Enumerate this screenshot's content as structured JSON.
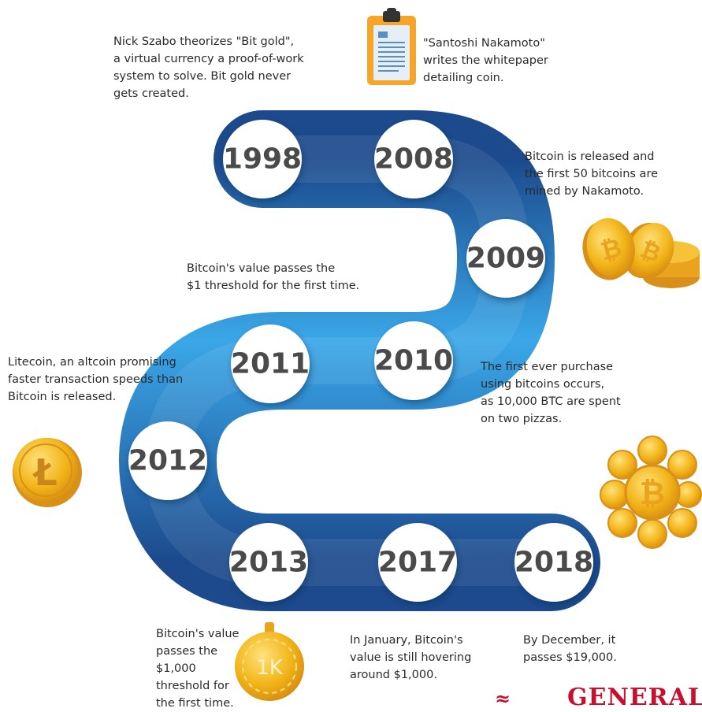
{
  "timeline": {
    "years": [
      {
        "label": "1998"
      },
      {
        "label": "2008"
      },
      {
        "label": "2009"
      },
      {
        "label": "2010"
      },
      {
        "label": "2011"
      },
      {
        "label": "2012"
      },
      {
        "label": "2013"
      },
      {
        "label": "2017"
      },
      {
        "label": "2018"
      }
    ],
    "descriptions": {
      "y1998": [
        "Nick Szabo theorizes \"Bit gold\",",
        "a virtual currency a proof-of-work",
        "system to solve. Bit gold never",
        "gets created."
      ],
      "y2008": [
        "\"Santoshi Nakamoto\"",
        "writes the whitepaper",
        "detailing coin."
      ],
      "y2009": [
        "Bitcoin is released and",
        "the first 50 bitcoins are",
        "mined by Nakamoto."
      ],
      "y2010": [
        "The first ever purchase",
        "using bitcoins occurs,",
        "as 10,000 BTC are spent",
        "on two pizzas."
      ],
      "y2011": [
        "Bitcoin's value passes the",
        "$1 threshold for the first time."
      ],
      "y2012": [
        "Litecoin, an altcoin promising",
        "faster transaction speeds than",
        "Bitcoin is released."
      ],
      "y2013": [
        "Bitcoin's value",
        "passes the",
        "$1,000",
        "threshold for",
        "the first time."
      ],
      "y2017": [
        "In January, Bitcoin's",
        "value is still hovering",
        "around $1,000."
      ],
      "y2018": [
        "By December, it",
        "passes $19,000."
      ]
    }
  },
  "medal_text": "1K",
  "brand_text": "GENERALI",
  "icons": [
    "clipboard-icon",
    "bitcoin-coins-icon",
    "litecoin-coin-icon",
    "bitcoin-cluster-icon",
    "gold-medal-icon",
    "generali-logo"
  ],
  "colors": {
    "track_dark": "#1c4a8c",
    "track_light": "#3aa7e8",
    "node_fill": "#ffffff",
    "year_text": "#4a4a4a",
    "gold": "#f2b418",
    "gold_dark": "#d9901a",
    "brand_red": "#c8102e"
  }
}
